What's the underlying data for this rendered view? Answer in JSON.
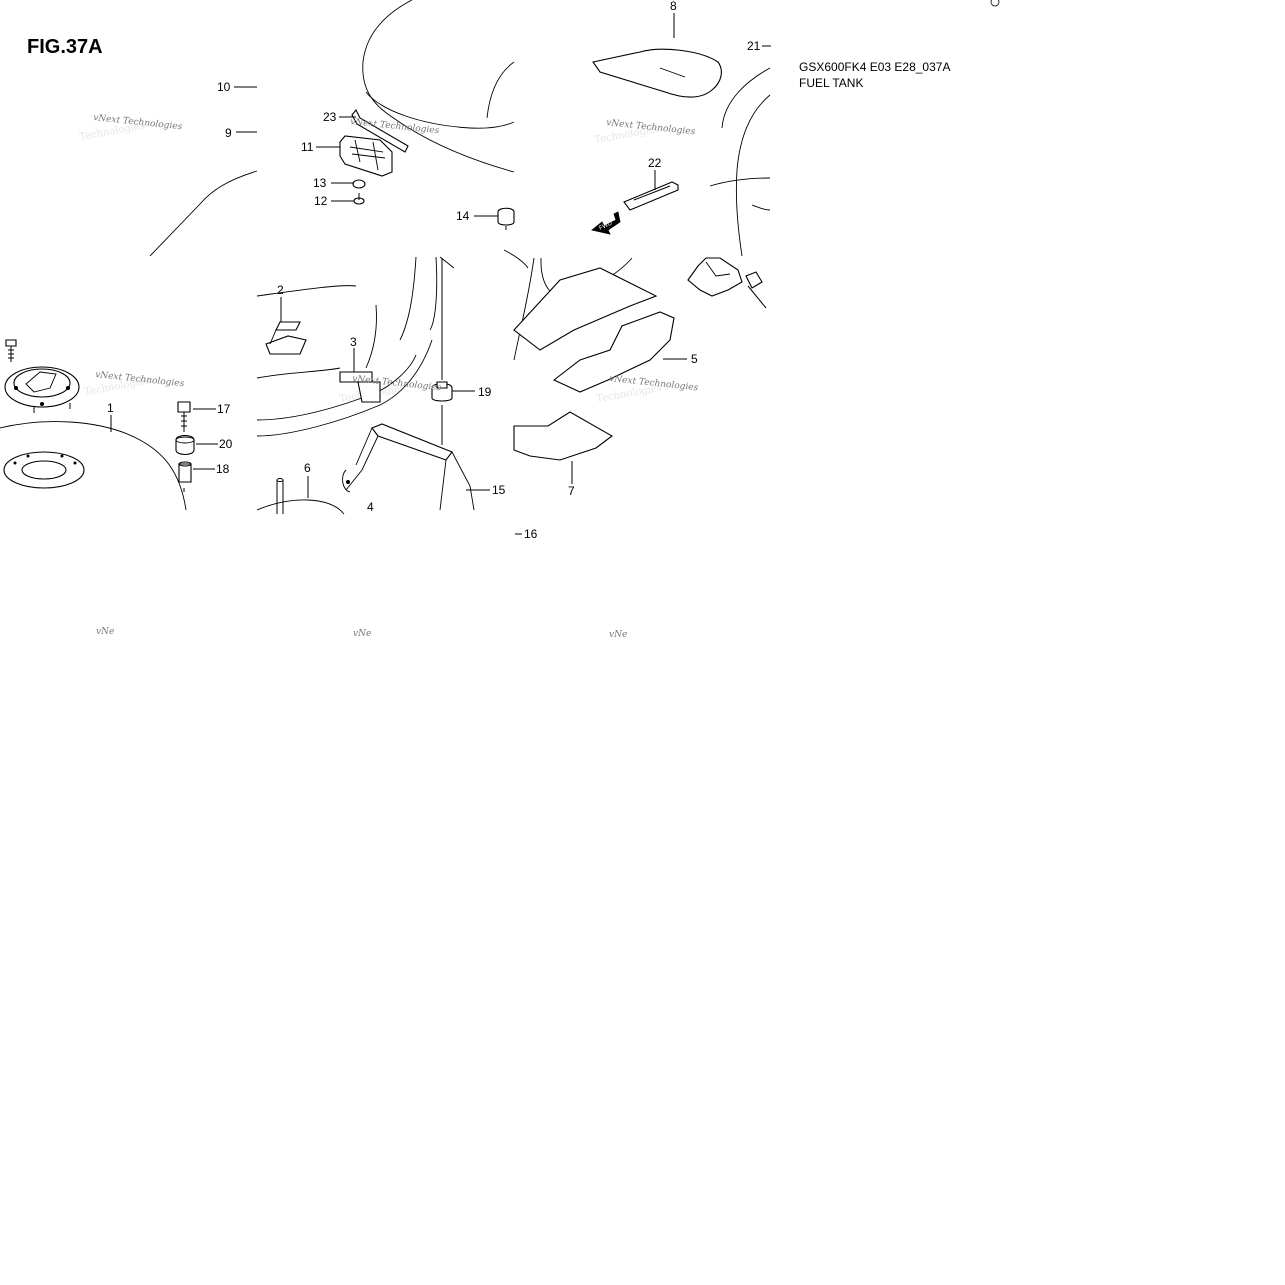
{
  "figure": {
    "title": "FIG.37A",
    "model_code": "GSX600FK4 E03 E28_037A",
    "name": "FUEL TANK",
    "fwd_mark": "FWD"
  },
  "callouts": [
    "1",
    "2",
    "3",
    "4",
    "5",
    "6",
    "7",
    "8",
    "9",
    "10",
    "11",
    "12",
    "13",
    "14",
    "15",
    "16",
    "17",
    "18",
    "19",
    "20",
    "21",
    "22",
    "23"
  ],
  "watermark": {
    "line1": "vNext Technologies",
    "line2": "Technologies",
    "fragment": "vNe"
  }
}
